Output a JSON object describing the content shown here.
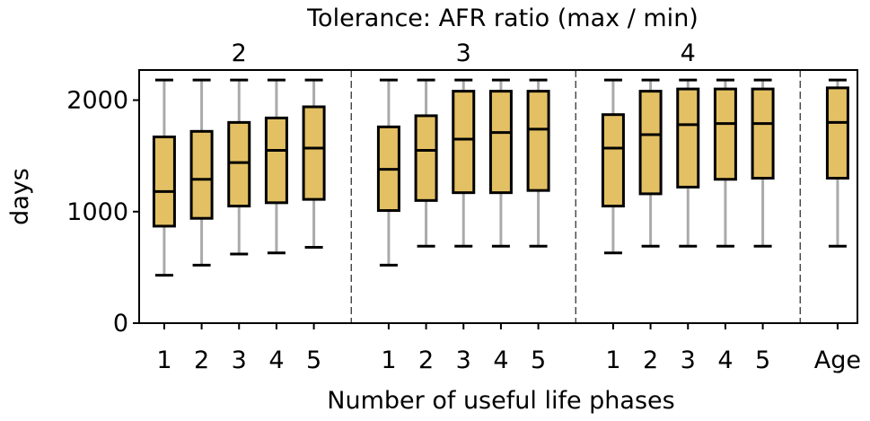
{
  "chart_data": {
    "type": "box",
    "title": "Tolerance: AFR ratio (max / min)",
    "xlabel": "Number of useful life phases",
    "ylabel": "days",
    "ylim": [
      0,
      2270
    ],
    "yticks": [
      0,
      1000,
      2000
    ],
    "grid": false,
    "box_color": "#e3c063",
    "groups": [
      {
        "label": "2",
        "boxes": [
          {
            "x": "1",
            "whislo": 430,
            "q1": 870,
            "med": 1180,
            "q3": 1670,
            "whishi": 2180
          },
          {
            "x": "2",
            "whislo": 520,
            "q1": 940,
            "med": 1290,
            "q3": 1720,
            "whishi": 2180
          },
          {
            "x": "3",
            "whislo": 620,
            "q1": 1050,
            "med": 1440,
            "q3": 1800,
            "whishi": 2180
          },
          {
            "x": "4",
            "whislo": 630,
            "q1": 1080,
            "med": 1550,
            "q3": 1840,
            "whishi": 2180
          },
          {
            "x": "5",
            "whislo": 680,
            "q1": 1110,
            "med": 1570,
            "q3": 1940,
            "whishi": 2180
          }
        ]
      },
      {
        "label": "3",
        "boxes": [
          {
            "x": "1",
            "whislo": 520,
            "q1": 1010,
            "med": 1380,
            "q3": 1760,
            "whishi": 2180
          },
          {
            "x": "2",
            "whislo": 690,
            "q1": 1100,
            "med": 1550,
            "q3": 1860,
            "whishi": 2180
          },
          {
            "x": "3",
            "whislo": 690,
            "q1": 1170,
            "med": 1650,
            "q3": 2080,
            "whishi": 2180
          },
          {
            "x": "4",
            "whislo": 690,
            "q1": 1170,
            "med": 1710,
            "q3": 2080,
            "whishi": 2180
          },
          {
            "x": "5",
            "whislo": 690,
            "q1": 1190,
            "med": 1740,
            "q3": 2080,
            "whishi": 2180
          }
        ]
      },
      {
        "label": "4",
        "boxes": [
          {
            "x": "1",
            "whislo": 630,
            "q1": 1050,
            "med": 1570,
            "q3": 1870,
            "whishi": 2180
          },
          {
            "x": "2",
            "whislo": 690,
            "q1": 1160,
            "med": 1690,
            "q3": 2080,
            "whishi": 2180
          },
          {
            "x": "3",
            "whislo": 690,
            "q1": 1220,
            "med": 1780,
            "q3": 2100,
            "whishi": 2180
          },
          {
            "x": "4",
            "whislo": 690,
            "q1": 1290,
            "med": 1790,
            "q3": 2100,
            "whishi": 2180
          },
          {
            "x": "5",
            "whislo": 690,
            "q1": 1300,
            "med": 1790,
            "q3": 2100,
            "whishi": 2180
          }
        ]
      },
      {
        "label": "",
        "boxes": [
          {
            "x": "Age",
            "whislo": 690,
            "q1": 1300,
            "med": 1800,
            "q3": 2110,
            "whishi": 2180
          }
        ]
      }
    ]
  }
}
